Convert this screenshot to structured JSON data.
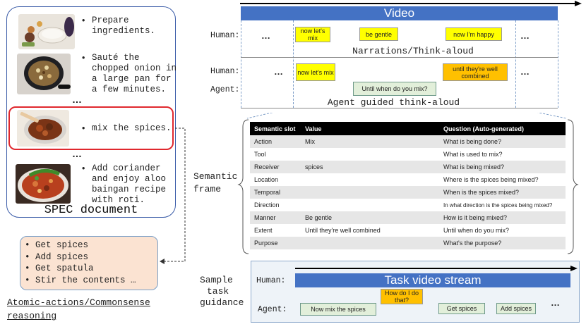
{
  "spec": {
    "steps": [
      {
        "lines": [
          "Prepare",
          "ingredients."
        ]
      },
      {
        "lines": [
          "Sauté the",
          "chopped onion in",
          "a large pan for",
          "a few minutes."
        ]
      },
      {
        "lines": [
          "mix the spices."
        ]
      },
      {
        "lines": [
          "Add coriander",
          "and enjoy aloo",
          "baingan recipe",
          "with roti."
        ]
      }
    ],
    "ellipsis": "…",
    "bullet": "•",
    "title": "SPEC document",
    "highlight_color": "#e0282e"
  },
  "atomic": {
    "items": [
      "Get spices",
      "Add spices",
      "Get spatula",
      "Stir the contents …"
    ],
    "caption_lines": [
      "Atomic-actions/Commonsense",
      "reasoning"
    ]
  },
  "video": {
    "title": "Video",
    "human_label": "Human:",
    "agent_label": "Agent:",
    "dots": "…",
    "narrations": [
      "now let's mix",
      "be gentle",
      "now I'm happy"
    ],
    "narrations_caption": "Narrations/Think-aloud",
    "guided_human": [
      "now let's mix",
      "until they're well combined"
    ],
    "guided_agent": "Until when do you mix?",
    "guided_caption": "Agent guided think-aloud"
  },
  "frame": {
    "label_lines": [
      "Semantic",
      "frame"
    ],
    "headers": [
      "Semantic slot",
      "Value",
      "Question (Auto-generated)"
    ],
    "rows": [
      [
        "Action",
        "Mix",
        "What is being done?"
      ],
      [
        "Tool",
        "",
        "What is used to mix?"
      ],
      [
        "Receiver",
        "spices",
        "What is being mixed?"
      ],
      [
        "Location",
        "",
        "Where is the spices being mixed?"
      ],
      [
        "Temporal",
        "",
        "When is the spices mixed?"
      ],
      [
        "Direction",
        "",
        "In what direction is the spices being mixed?"
      ],
      [
        "Manner",
        "Be gentle",
        "How is it being mixed?"
      ],
      [
        "Extent",
        "Until they're well combined",
        "Until when do you mix?"
      ],
      [
        "Purpose",
        "",
        "What's the purpose?"
      ]
    ]
  },
  "task": {
    "label_lines": [
      "Sample",
      "task",
      "guidance"
    ],
    "title": "Task video stream",
    "human_label": "Human:",
    "agent_label": "Agent:",
    "human_question": "How do I do that?",
    "agent_replies": [
      "Now mix the spices",
      "Get spices",
      "Add spices"
    ],
    "dots": "…"
  },
  "colors": {
    "video_blue": "#4472c4",
    "narration_yellow": "#ffff00",
    "human_orange": "#ffc000",
    "agent_green": "#e2efda",
    "atomic_peach": "#fbe3d2"
  }
}
